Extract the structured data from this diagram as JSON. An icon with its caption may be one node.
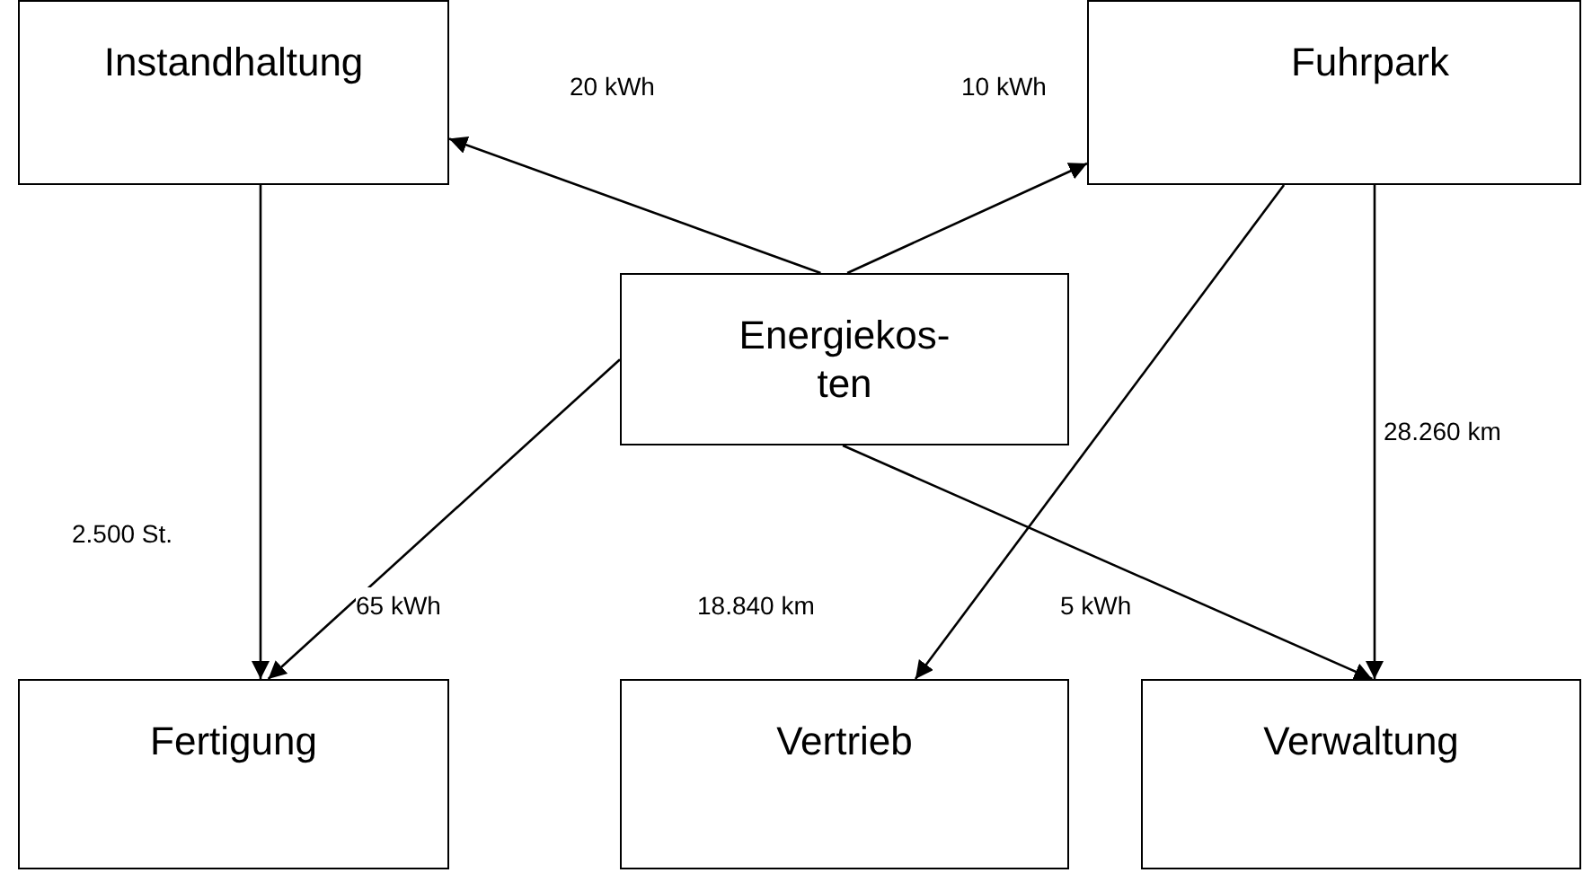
{
  "diagram": {
    "nodes": [
      {
        "text": [
          "Instandhaltung"
        ]
      },
      {
        "text": [
          "Fuhrpark"
        ]
      },
      {
        "text": [
          "Energiekos- ten"
        ]
      },
      {
        "text": [
          "Fertigung"
        ]
      },
      {
        "text": [
          "Vertrieb"
        ]
      },
      {
        "text": [
          "Verwaltung"
        ]
      }
    ],
    "edges": [
      {
        "from": 2,
        "to": 0,
        "arrow": "to",
        "label": "20 kWh"
      },
      {
        "from": 2,
        "to": 1,
        "arrow": "to",
        "label": "10 kWh"
      },
      {
        "from": 0,
        "to": 3,
        "arrow": "to",
        "label": "2.500 St."
      },
      {
        "from": 2,
        "to": 3,
        "arrow": "to",
        "label": "65 kWh"
      },
      {
        "from": 1,
        "to": 4,
        "arrow": "to",
        "label": "18.840 km"
      },
      {
        "from": 1,
        "to": 5,
        "arrow": "to",
        "label": "28.260 km"
      },
      {
        "from": 2,
        "to": 5,
        "arrow": "to",
        "label": "5 kWh"
      }
    ]
  }
}
